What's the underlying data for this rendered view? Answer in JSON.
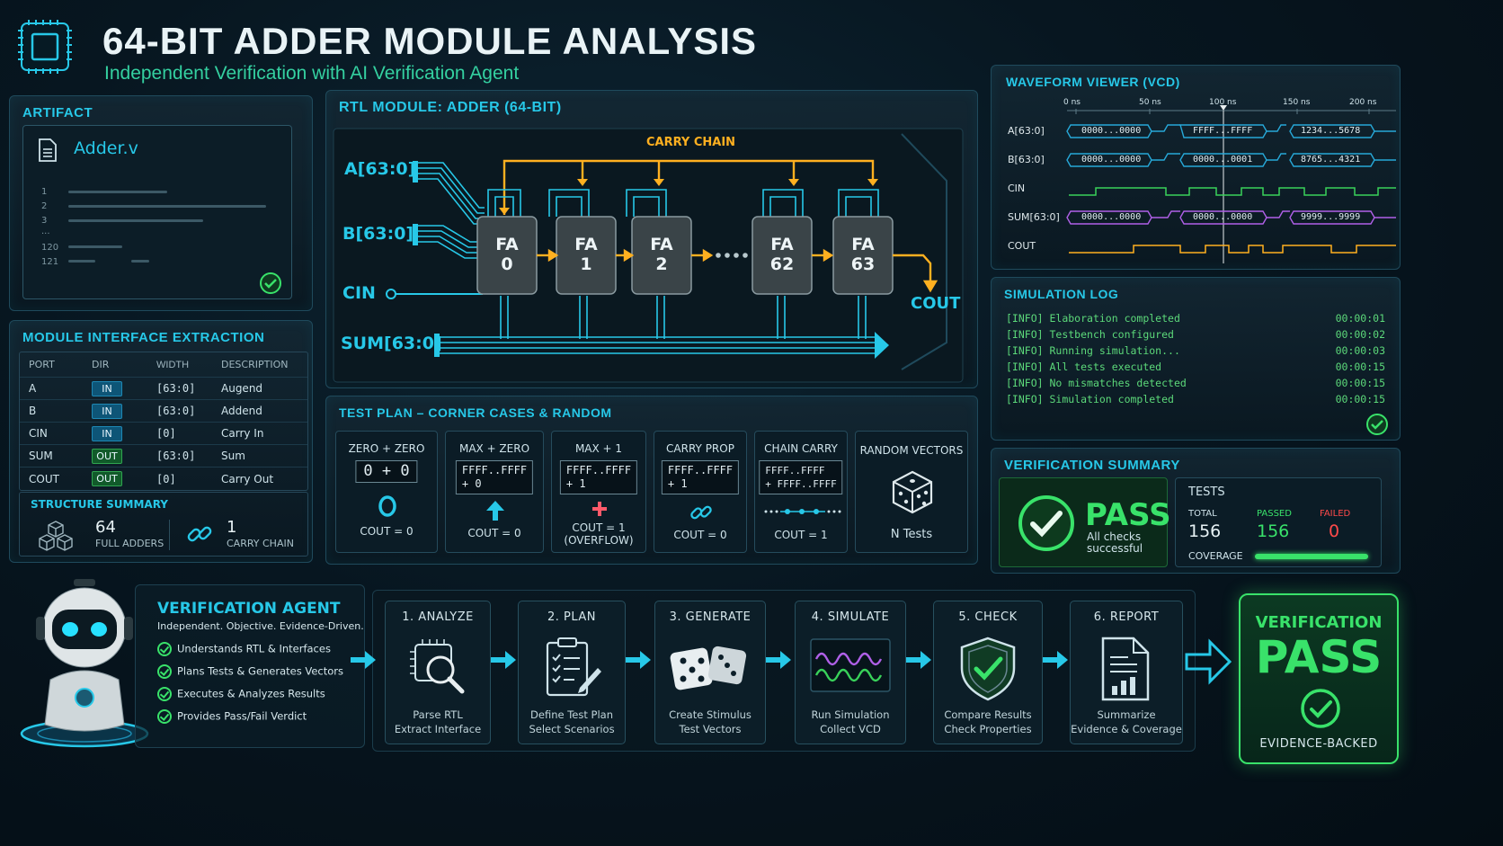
{
  "header": {
    "title": "64-BIT ADDER MODULE ANALYSIS",
    "subtitle": "Independent Verification with AI Verification Agent"
  },
  "artifact": {
    "title": "ARTIFACT",
    "filename": "Adder.v",
    "line_numbers": [
      "1",
      "2",
      "3",
      "...",
      "120",
      "121"
    ]
  },
  "interface": {
    "title": "MODULE INTERFACE EXTRACTION",
    "columns": [
      "PORT",
      "DIR",
      "WIDTH",
      "DESCRIPTION"
    ],
    "rows": [
      {
        "port": "A",
        "dir": "IN",
        "width": "[63:0]",
        "desc": "Augend"
      },
      {
        "port": "B",
        "dir": "IN",
        "width": "[63:0]",
        "desc": "Addend"
      },
      {
        "port": "CIN",
        "dir": "IN",
        "width": "[0]",
        "desc": "Carry In"
      },
      {
        "port": "SUM",
        "dir": "OUT",
        "width": "[63:0]",
        "desc": "Sum"
      },
      {
        "port": "COUT",
        "dir": "OUT",
        "width": "[0]",
        "desc": "Carry Out"
      }
    ]
  },
  "structure": {
    "title": "STRUCTURE SUMMARY",
    "adders_count": "64",
    "adders_label": "FULL ADDERS",
    "chain_count": "1",
    "chain_label": "CARRY CHAIN"
  },
  "rtl": {
    "title": "RTL MODULE: ADDER (64-BIT)",
    "carry_chain_label": "CARRY CHAIN",
    "input_a": "A[63:0]",
    "input_b": "B[63:0]",
    "input_cin": "CIN",
    "output_sum": "SUM[63:0]",
    "output_cout": "COUT",
    "adders": [
      {
        "name": "FA",
        "index": "0"
      },
      {
        "name": "FA",
        "index": "1"
      },
      {
        "name": "FA",
        "index": "2"
      },
      {
        "name": "FA",
        "index": "62"
      },
      {
        "name": "FA",
        "index": "63"
      }
    ]
  },
  "test_plan": {
    "title": "TEST PLAN – CORNER CASES & RANDOM",
    "cards": [
      {
        "name": "ZERO + ZERO",
        "expr": "0 + 0",
        "result": "COUT = 0"
      },
      {
        "name": "MAX + ZERO",
        "expr": "FFFF..FFFF\n+ 0",
        "result": "COUT = 0"
      },
      {
        "name": "MAX + 1",
        "expr": "FFFF..FFFF\n+ 1",
        "result": "COUT = 1\n(OVERFLOW)"
      },
      {
        "name": "CARRY PROP",
        "expr": "FFFF..FFFF\n+ 1",
        "result": "COUT = 0"
      },
      {
        "name": "CHAIN CARRY",
        "expr": "FFFF..FFFF\n+ FFFF..FFFF",
        "result": "COUT = 1"
      },
      {
        "name": "RANDOM VECTORS",
        "expr": "",
        "result": "N Tests"
      }
    ]
  },
  "waveform": {
    "title": "WAVEFORM VIEWER (VCD)",
    "time_ticks": [
      "0 ns",
      "50 ns",
      "100 ns",
      "150 ns",
      "200 ns"
    ],
    "signals": [
      {
        "name": "A[63:0]",
        "values": [
          "0000...0000",
          "FFFF...FFFF",
          "1234...5678"
        ]
      },
      {
        "name": "B[63:0]",
        "values": [
          "0000...0000",
          "0000...0001",
          "8765...4321"
        ]
      },
      {
        "name": "CIN",
        "values": []
      },
      {
        "name": "SUM[63:0]",
        "values": [
          "0000...0000",
          "0000...0000",
          "9999...9999"
        ]
      },
      {
        "name": "COUT",
        "values": []
      }
    ],
    "colors": {
      "bus": "#27a8d8",
      "cin": "#39d25a",
      "sum": "#b060e8",
      "cout": "#ffb020"
    }
  },
  "sim_log": {
    "title": "SIMULATION LOG",
    "entries": [
      {
        "tag": "[INFO]",
        "msg": "Elaboration completed",
        "time": "00:00:01"
      },
      {
        "tag": "[INFO]",
        "msg": "Testbench configured",
        "time": "00:00:02"
      },
      {
        "tag": "[INFO]",
        "msg": "Running simulation...",
        "time": "00:00:03"
      },
      {
        "tag": "[INFO]",
        "msg": "All tests executed",
        "time": "00:00:15"
      },
      {
        "tag": "[INFO]",
        "msg": "No mismatches detected",
        "time": "00:00:15"
      },
      {
        "tag": "[INFO]",
        "msg": "Simulation completed",
        "time": "00:00:15"
      }
    ]
  },
  "summary": {
    "title": "VERIFICATION SUMMARY",
    "status": "PASS",
    "status_sub": "All checks successful",
    "tests_label": "TESTS",
    "total_label": "TOTAL",
    "total": "156",
    "passed_label": "PASSED",
    "passed": "156",
    "failed_label": "FAILED",
    "failed": "0",
    "coverage_label": "COVERAGE",
    "coverage_fraction": 1.0
  },
  "agent": {
    "title": "VERIFICATION AGENT",
    "tagline": "Independent. Objective. Evidence-Driven.",
    "capabilities": [
      "Understands RTL & Interfaces",
      "Plans Tests & Generates Vectors",
      "Executes & Analyzes Results",
      "Provides Pass/Fail Verdict"
    ]
  },
  "pipeline": {
    "steps": [
      {
        "name": "1. ANALYZE",
        "desc1": "Parse RTL",
        "desc2": "Extract Interface",
        "icon": "magnifier-chip-icon"
      },
      {
        "name": "2. PLAN",
        "desc1": "Define Test Plan",
        "desc2": "Select Scenarios",
        "icon": "clipboard-icon"
      },
      {
        "name": "3. GENERATE",
        "desc1": "Create Stimulus",
        "desc2": "Test Vectors",
        "icon": "dice-icon"
      },
      {
        "name": "4. SIMULATE",
        "desc1": "Run Simulation",
        "desc2": "Collect VCD",
        "icon": "waveform-icon"
      },
      {
        "name": "5. CHECK",
        "desc1": "Compare Results",
        "desc2": "Check Properties",
        "icon": "shield-check-icon"
      },
      {
        "name": "6. REPORT",
        "desc1": "Summarize",
        "desc2": "Evidence & Coverage",
        "icon": "report-icon"
      }
    ]
  },
  "verdict": {
    "label": "VERIFICATION",
    "status": "PASS",
    "footer": "EVIDENCE-BACKED"
  },
  "colors": {
    "accent": "#27c8e8",
    "pass": "#39e26a",
    "fail": "#ff4a4a",
    "carry": "#ffb020"
  }
}
